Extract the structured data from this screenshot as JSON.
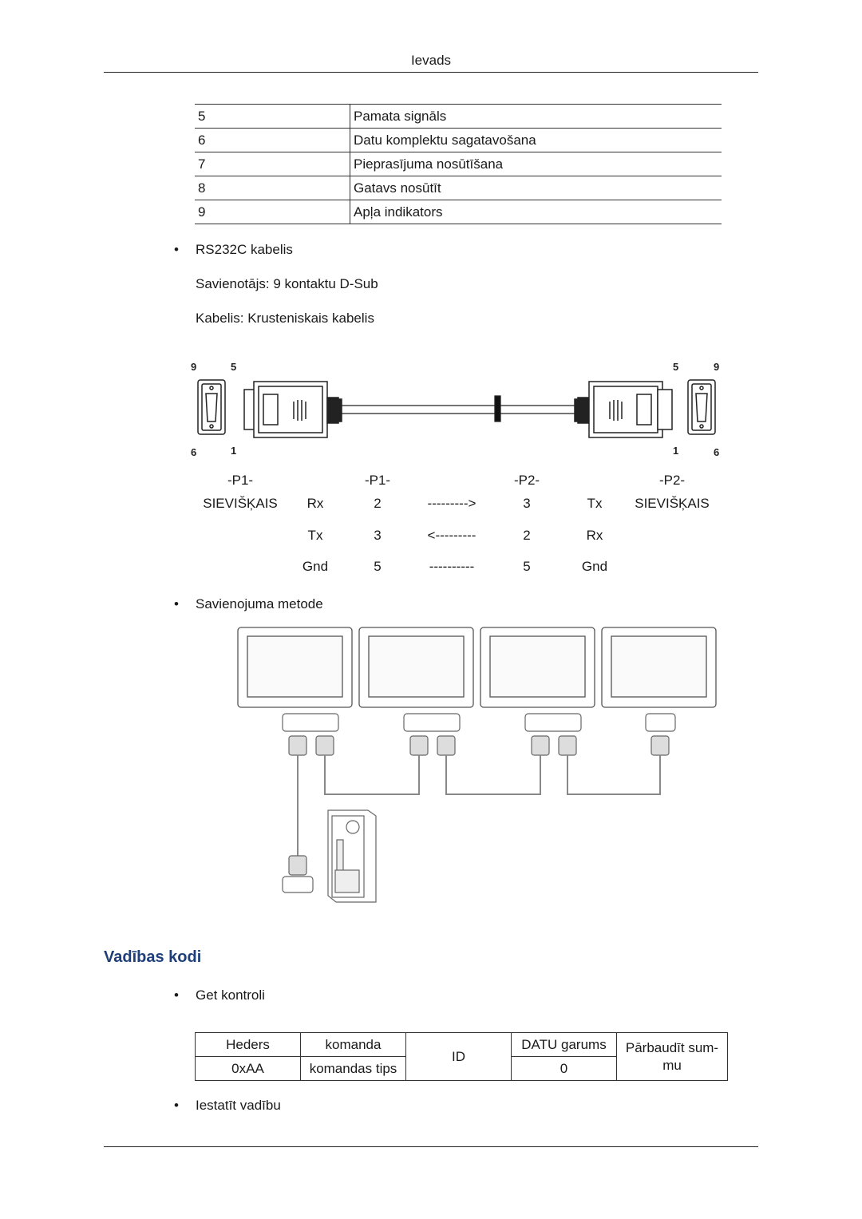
{
  "header": {
    "title": "Ievads"
  },
  "pin_table": {
    "rows": [
      {
        "num": "5",
        "desc": "Pamata signāls"
      },
      {
        "num": "6",
        "desc": "Datu komplektu sagatavošana"
      },
      {
        "num": "7",
        "desc": "Pieprasījuma nosūtīšana"
      },
      {
        "num": "8",
        "desc": "Gatavs nosūtīt"
      },
      {
        "num": "9",
        "desc": "Apļa indikators"
      }
    ]
  },
  "rs232": {
    "bullet": "RS232C kabelis",
    "connector": "Savienotājs: 9 kontaktu D-Sub",
    "cable": "Kabelis: Krusteniskais kabelis"
  },
  "cable_figure": {
    "left_pins": {
      "top_left": "9",
      "top_right": "5",
      "bottom_left": "6",
      "bottom_right": "1"
    },
    "right_pins": {
      "top_left": "5",
      "top_right": "9",
      "bottom_left": "1",
      "bottom_right": "6"
    }
  },
  "wiring": {
    "headers": [
      "-P1-",
      "-P1-",
      "-P2-",
      "-P2-"
    ],
    "gender_left": "SIEVIŠĶAIS",
    "gender_right": "SIEVIŠĶAIS",
    "rows": [
      {
        "sig1": "Rx",
        "pin1": "2",
        "arrow": "--------->",
        "pin2": "3",
        "sig2": "Tx"
      },
      {
        "sig1": "Tx",
        "pin1": "3",
        "arrow": "<---------",
        "pin2": "2",
        "sig2": "Rx"
      },
      {
        "sig1": "Gnd",
        "pin1": "5",
        "arrow": "----------",
        "pin2": "5",
        "sig2": "Gnd"
      }
    ]
  },
  "connection": {
    "bullet": "Savienojuma metode"
  },
  "section": {
    "title": "Vadības kodi"
  },
  "get_control": {
    "bullet": "Get kontroli",
    "table": {
      "h1": "Heders",
      "h2": "komanda",
      "id": "ID",
      "h4": "DATU garums",
      "checksum": "Pārbaudīt sum-mu",
      "v1": "0xAA",
      "v2": "komandas tips",
      "v4": "0"
    }
  },
  "set_control": {
    "bullet": "Iestatīt vadību"
  }
}
